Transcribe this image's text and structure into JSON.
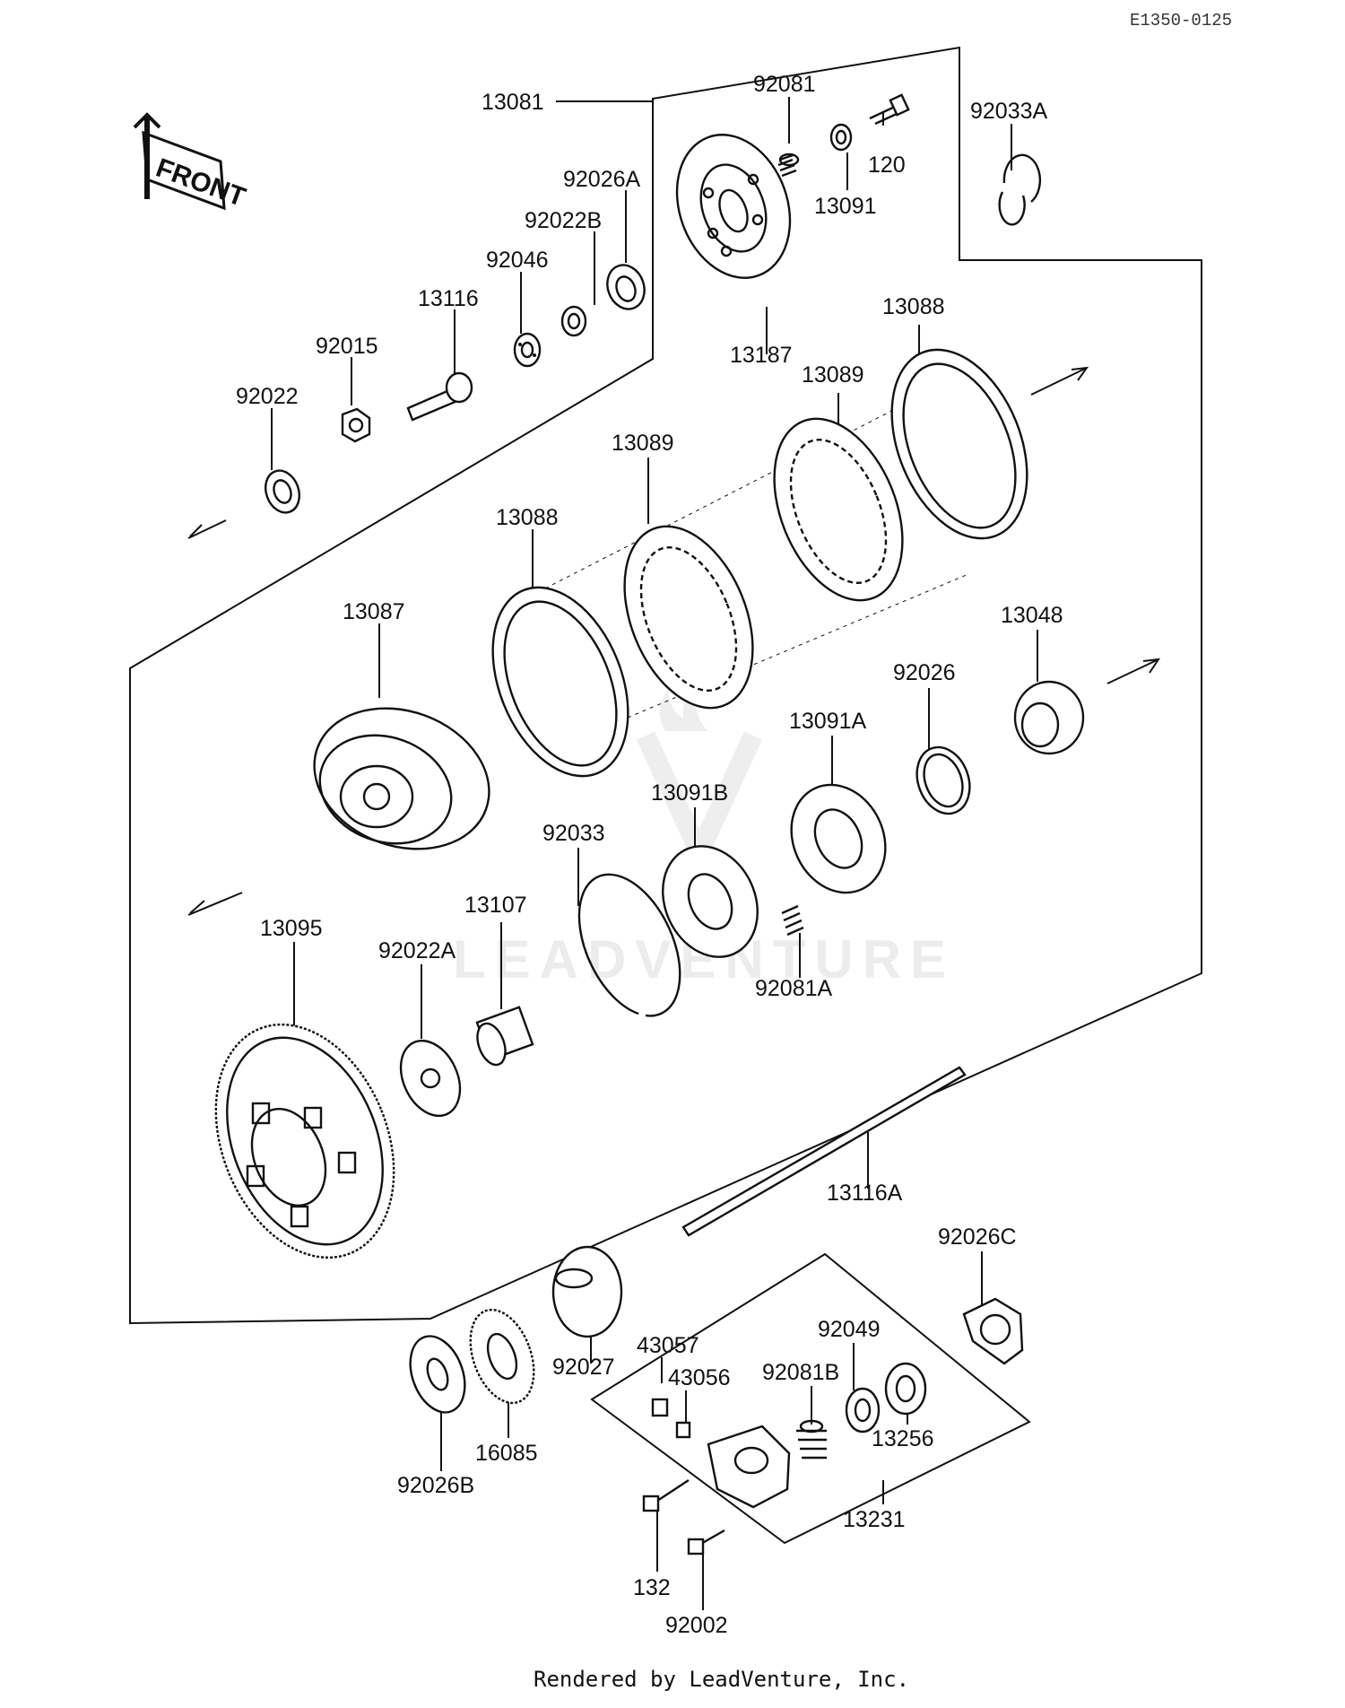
{
  "diagram_code": "E1350-0125",
  "front_label": "FRONT",
  "watermark": "LEADVENTURE",
  "footer": "Rendered by LeadVenture, Inc.",
  "labels": {
    "l13081": "13081",
    "l92081": "92081",
    "l92033A": "92033A",
    "l120": "120",
    "l13091": "13091",
    "l92026A": "92026A",
    "l92022B": "92022B",
    "l92046": "92046",
    "l13116": "13116",
    "l92015": "92015",
    "l92022": "92022",
    "l13187": "13187",
    "l13088a": "13088",
    "l13089a": "13089",
    "l13089b": "13089",
    "l13088b": "13088",
    "l13087": "13087",
    "l13048": "13048",
    "l92026": "92026",
    "l13091A": "13091A",
    "l13091B": "13091B",
    "l92033": "92033",
    "l13107": "13107",
    "l13095": "13095",
    "l92022A": "92022A",
    "l92081A": "92081A",
    "l13116A": "13116A",
    "l92026C": "92026C",
    "l92049": "92049",
    "l43057": "43057",
    "l43056": "43056",
    "l92081B": "92081B",
    "l92027": "92027",
    "l13256": "13256",
    "l92026B": "92026B",
    "l16085": "16085",
    "l13231": "13231",
    "l132": "132",
    "l92002": "92002"
  }
}
